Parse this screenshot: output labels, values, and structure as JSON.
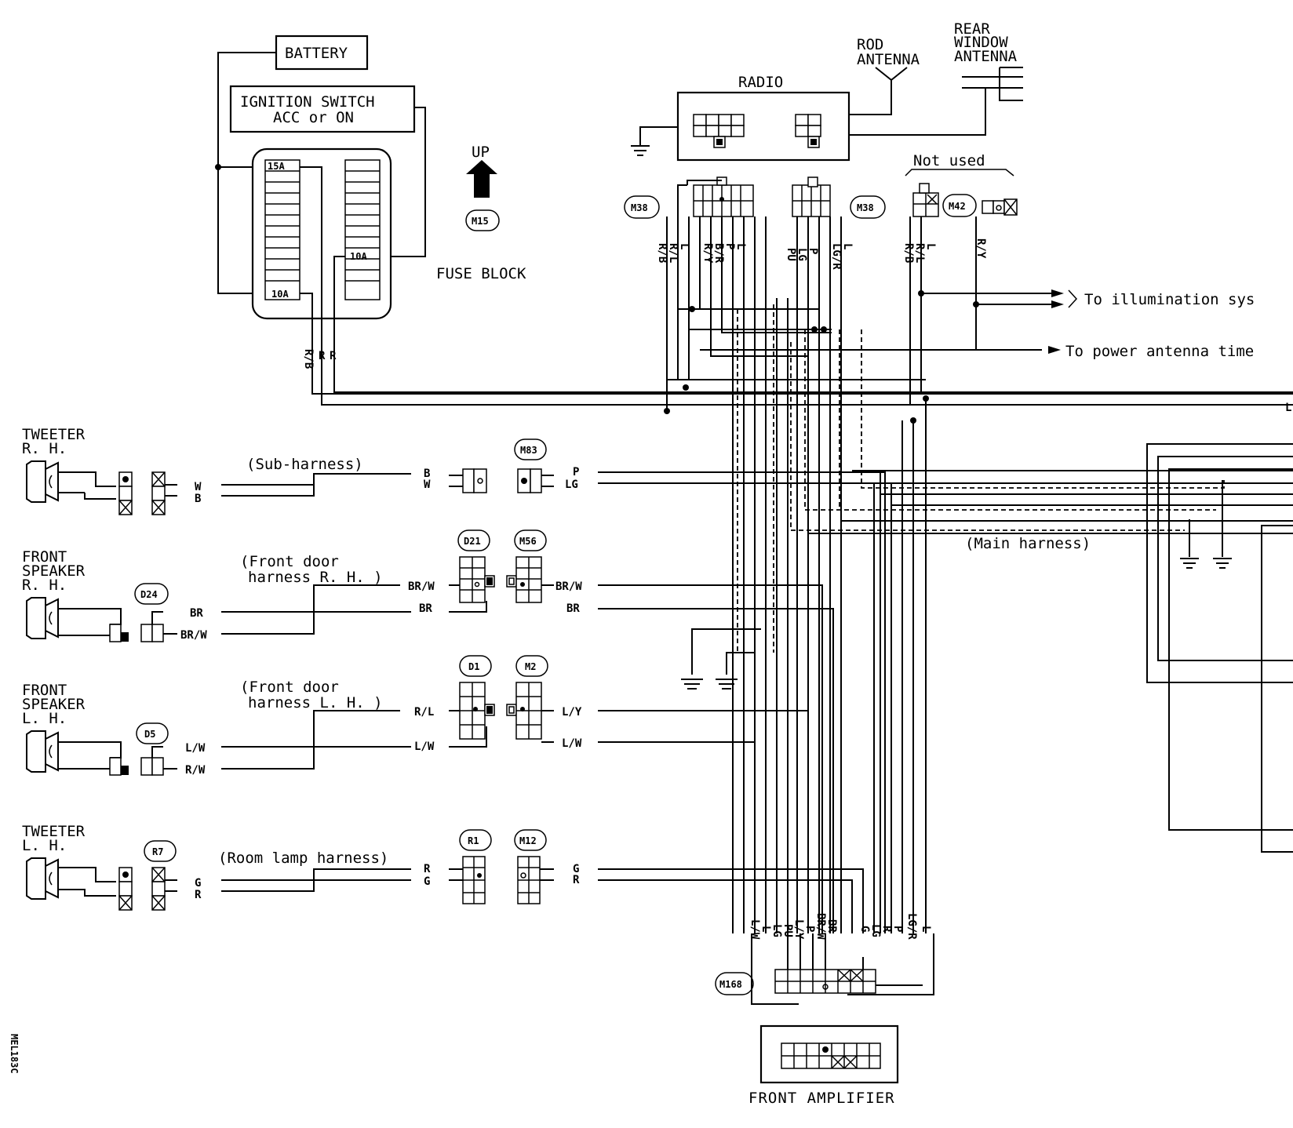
{
  "components": {
    "battery": "BATTERY",
    "ignition_line1": "IGNITION SWITCH",
    "ignition_line2": "ACC or ON",
    "fuse_block": "FUSE BLOCK",
    "fuse_15a": "15A",
    "fuse_10a_left": "10A",
    "fuse_10a_right": "10A",
    "up": "UP",
    "radio": "RADIO",
    "rod_antenna_line1": "ROD",
    "rod_antenna_line2": "ANTENNA",
    "rear_antenna_line1": "REAR",
    "rear_antenna_line2": "WINDOW",
    "rear_antenna_line3": "ANTENNA",
    "not_used": "Not used",
    "front_amplifier": "FRONT AMPLIFIER",
    "diagram_code": "MEL183C"
  },
  "speakers": {
    "tweeter_rh": [
      "TWEETER",
      "R. H."
    ],
    "front_speaker_rh": [
      "FRONT",
      "SPEAKER",
      "R. H."
    ],
    "front_speaker_lh": [
      "FRONT",
      "SPEAKER",
      "L. H."
    ],
    "tweeter_lh": [
      "TWEETER",
      "L. H."
    ]
  },
  "harnesses": {
    "sub": "(Sub-harness)",
    "front_door_rh_1": "(Front door",
    "front_door_rh_2": "harness R. H. )",
    "front_door_lh_1": "(Front door",
    "front_door_lh_2": "harness L. H. )",
    "room_lamp": "(Room lamp harness)",
    "main": "(Main harness)"
  },
  "connectors": {
    "m15": "M15",
    "m38_left": "M38",
    "m38_right": "M38",
    "m42": "M42",
    "m83": "M83",
    "d21": "D21",
    "m56": "M56",
    "d24": "D24",
    "d1": "D1",
    "m2": "M2",
    "d5": "D5",
    "r1": "R1",
    "m12": "M12",
    "r7": "R7",
    "m168": "M168"
  },
  "destinations": {
    "illumination": "To illumination sys",
    "power_antenna": "To power antenna time"
  },
  "wires": {
    "fuse_rb": "R/B",
    "fuse_r1": "R",
    "fuse_r2": "R",
    "m38l_rb": "R/B",
    "m38l_rl": "R/L",
    "m38l_l": "L",
    "m38l_ry": "R/Y",
    "m38l_br": "B/R",
    "m38l_p": "P",
    "m38l_l2": "L",
    "m38r_pu": "PU",
    "m38r_lg": "LG",
    "m38r_p": "P",
    "m38r_lgr": "LG/R",
    "m38r_l": "L",
    "m42_rb": "R/B",
    "m42_rl": "R/L",
    "m42_l": "L",
    "m42_ry": "R/Y",
    "tw_rh_w": "W",
    "tw_rh_b": "B",
    "sub_b": "B",
    "sub_w": "W",
    "m83_p": "P",
    "m83_lg": "LG",
    "d21_brw": "BR/W",
    "d21_br": "BR",
    "m56_brw": "BR/W",
    "m56_br": "BR",
    "d24_br": "BR",
    "d24_brw": "BR/W",
    "d1_rl": "R/L",
    "d1_lw": "L/W",
    "m2_ly": "L/Y",
    "m2_lw": "L/W",
    "d5_lw": "L/W",
    "d5_rw": "R/W",
    "r1_r": "R",
    "r1_g": "G",
    "m12_g": "G",
    "m12_r": "R",
    "r7_g": "G",
    "r7_r": "R",
    "amp_lw": "L/W",
    "amp_l": "L",
    "amp_lg": "LG",
    "amp_pu": "PU",
    "amp_ly": "L/Y",
    "amp_p": "P",
    "amp_brw": "BR/W",
    "amp_br": "BR",
    "amp_g": "G",
    "amp_lg2": "LG",
    "amp_r": "R",
    "amp_p2": "P",
    "amp_lgr": "LG/R",
    "amp_l2": "L",
    "edge_l": "L"
  }
}
